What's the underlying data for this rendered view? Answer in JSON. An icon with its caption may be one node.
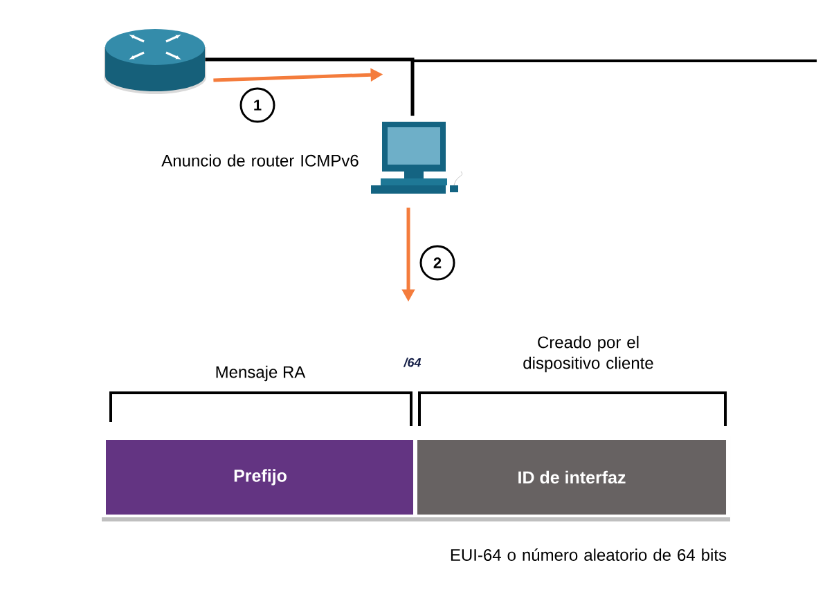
{
  "diagram": {
    "nodes": [
      {
        "text": [],
        "shape": "picture"
      },
      {
        "text": [],
        "shape": "picture"
      },
      {
        "text": [
          "Prefijo"
        ]
      },
      {
        "text": [
          "ID de interfaz"
        ]
      }
    ],
    "edges": [
      {
        "from": 0,
        "to": 1,
        "arrow": "none",
        "color": "#000000"
      },
      {
        "from": 0,
        "to": 1,
        "arrow": "to",
        "label": "1"
      },
      {
        "from": 1,
        "to": null,
        "arrow": "to",
        "label": "2"
      }
    ],
    "labels": [
      "Anuncio de router ICMPv6",
      "Creado por el dispositivo cliente",
      "/64",
      "Mensaje RA",
      "EUI-64 o número aleatorio de 64 bits"
    ]
  }
}
